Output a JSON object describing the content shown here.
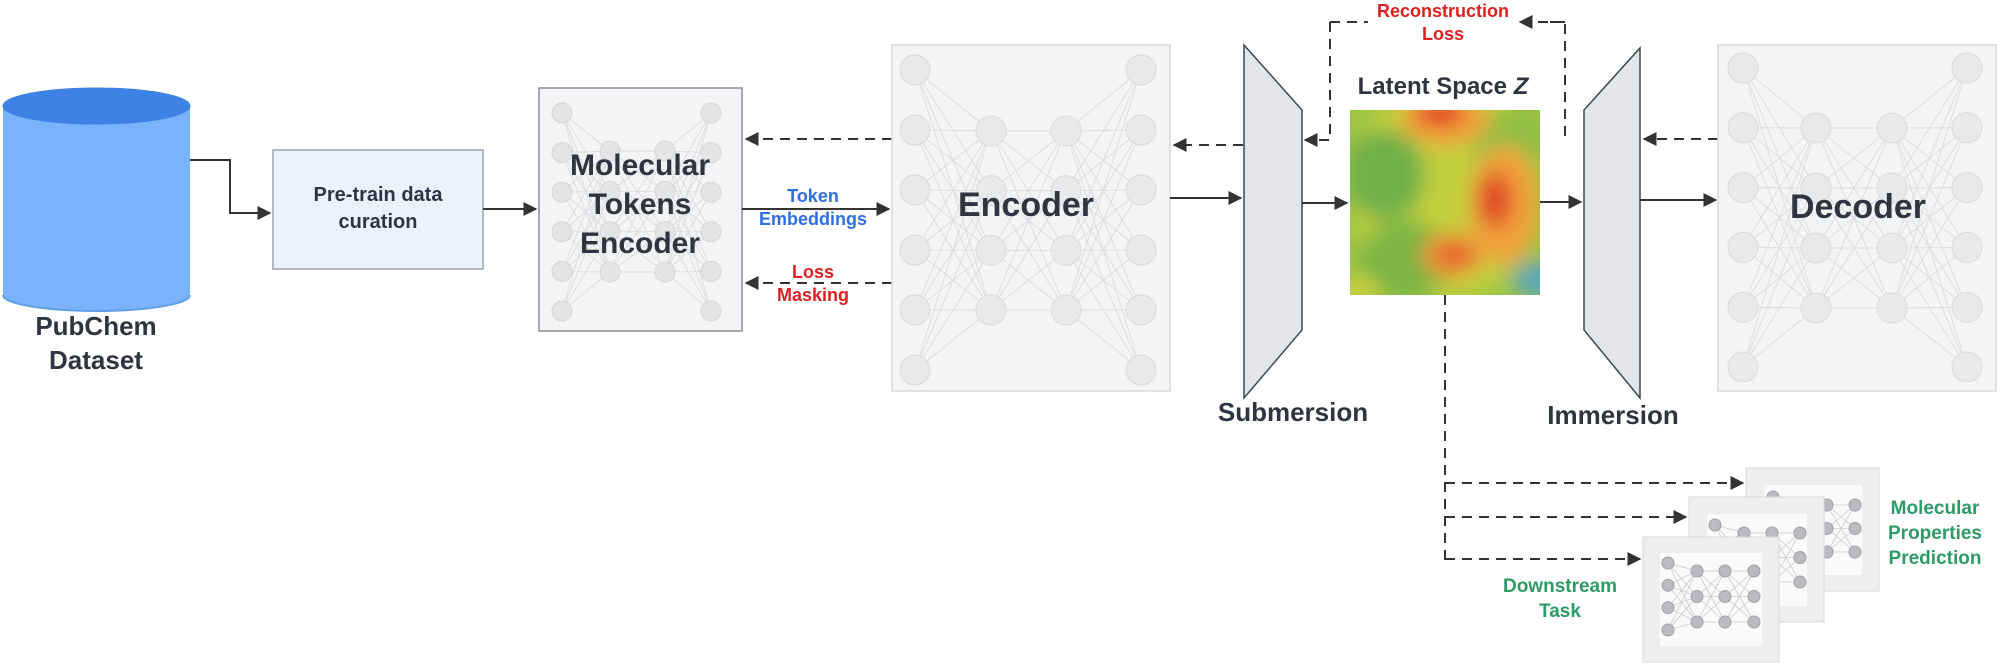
{
  "nodes": {
    "pubchem": {
      "line1": "PubChem",
      "line2": "Dataset"
    },
    "curation": {
      "line1": "Pre-train data",
      "line2": "curation"
    },
    "tokens_encoder": {
      "line1": "Molecular",
      "line2": "Tokens",
      "line3": "Encoder"
    },
    "encoder": {
      "label": "Encoder"
    },
    "submersion": {
      "label": "Submersion"
    },
    "latent": {
      "title": "Latent Space",
      "symbol": "Z"
    },
    "immersion": {
      "label": "Immersion"
    },
    "decoder": {
      "label": "Decoder"
    }
  },
  "edges": {
    "token_embeddings": {
      "line1": "Token",
      "line2": "Embeddings"
    },
    "loss_masking": {
      "line1": "Loss",
      "line2": "Masking"
    },
    "reconstruction_loss": {
      "line1": "Reconstruction",
      "line2": "Loss"
    }
  },
  "downstream": {
    "task": {
      "line1": "Downstream",
      "line2": "Task"
    },
    "prediction": {
      "line1": "Molecular",
      "line2": "Properties",
      "line3": "Prediction"
    }
  },
  "colors": {
    "cylinder": "#7ab3fb",
    "cylinder_dark": "#3f82e6",
    "curation_fill": "#eaf3fd",
    "red": "#e01f1f",
    "blue": "#2f6fe0",
    "green": "#2e9a66"
  }
}
